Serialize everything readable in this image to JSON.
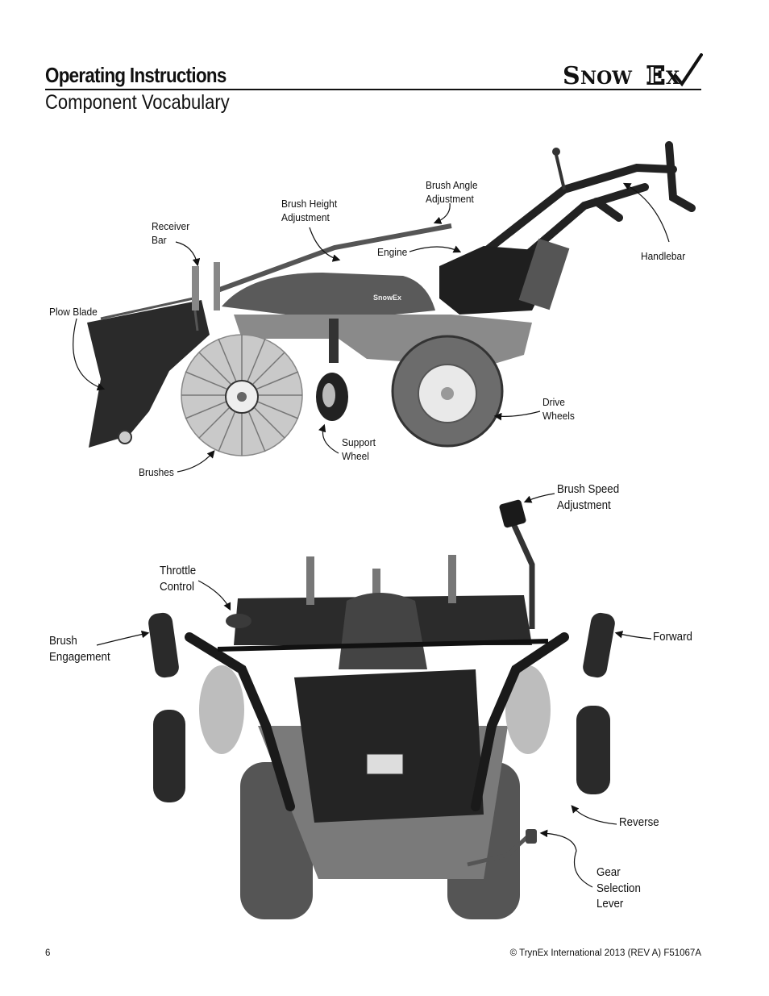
{
  "header": {
    "section_title": "Operating Instructions",
    "subtitle": "Component Vocabulary",
    "logo_text": "SnowEx"
  },
  "figure_top": {
    "labels": {
      "receiver_bar": "Receiver\nBar",
      "brush_height": "Brush Height\nAdjustment",
      "brush_angle": "Brush Angle\nAdjustment",
      "engine": "Engine",
      "handlebar": "Handlebar",
      "plow_blade": "Plow Blade",
      "drive_wheels": "Drive\nWheels",
      "support_wheel": "Support\nWheel",
      "brushes": "Brushes"
    }
  },
  "figure_bottom": {
    "labels": {
      "brush_speed": "Brush Speed\nAdjustment",
      "throttle": "Throttle\nControl",
      "brush_engagement": "Brush\nEngagement",
      "forward": "Forward",
      "reverse": "Reverse",
      "gear_selection": "Gear\nSelection\nLever"
    }
  },
  "footer": {
    "page_number": "6",
    "copyright": "© TrynEx International 2013 (REV A) F51067A"
  }
}
